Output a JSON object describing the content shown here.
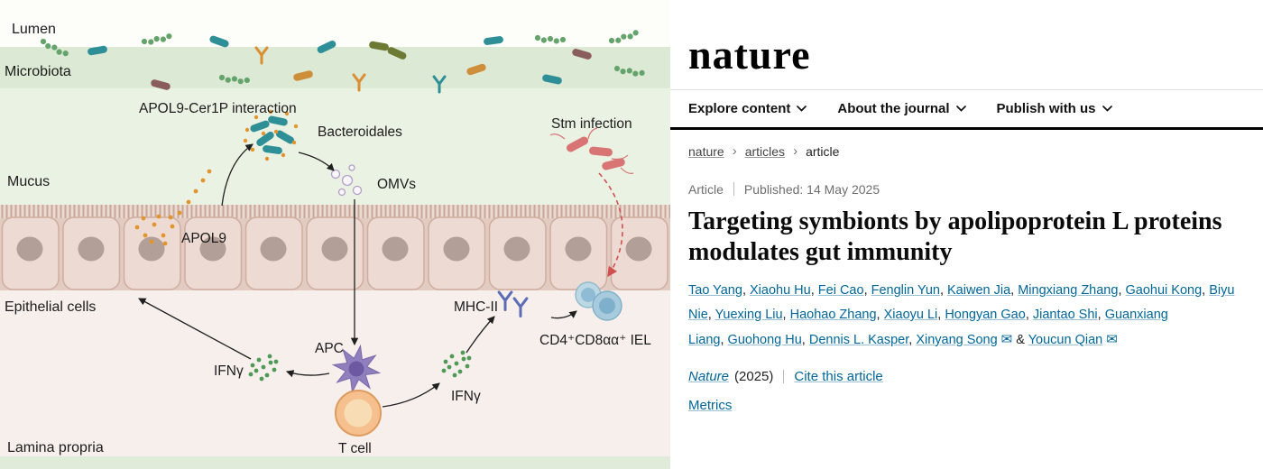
{
  "figure": {
    "labels": {
      "lumen": "Lumen",
      "microbiota": "Microbiota",
      "mucus": "Mucus",
      "epithelial_cells": "Epithelial cells",
      "lamina_propria": "Lamina propria",
      "apol9_cer1p_interaction": "APOL9-Cer1P interaction",
      "bacteroidales": "Bacteroidales",
      "omvs": "OMVs",
      "apol9": "APOL9",
      "stm_infection": "Stm infection",
      "mhc_ii": "MHC-II",
      "cd4_cd8_iel": "CD4⁺CD8αα⁺ IEL",
      "ifng_left": "IFNγ",
      "ifng_right": "IFNγ",
      "apc": "APC",
      "t_cell": "T cell"
    },
    "colors": {
      "microbiota_band": "#dcе9d5",
      "mucus": "#eaf2e3",
      "epithelium": "#ecdad2",
      "lamina_propria": "#f6efeb",
      "bacteroidales_teal": "#2e8f96",
      "apol9_orange": "#e0952f",
      "ifng_green": "#4f9a57",
      "stm_red": "#d97474",
      "apc_purple": "#8f7fbc",
      "t_cell_orange": "#f5c08d",
      "iel_blue": "#a7cbdd",
      "mhc_blue": "#5b6cb4"
    }
  },
  "journal": {
    "logo": "nature",
    "nav": [
      {
        "label": "Explore content"
      },
      {
        "label": "About the journal"
      },
      {
        "label": "Publish with us"
      }
    ],
    "breadcrumb": [
      {
        "label": "nature"
      },
      {
        "label": "articles"
      },
      {
        "label": "article"
      }
    ],
    "breadcrumb_separator": "›",
    "article_type": "Article",
    "published": "Published: 14 May 2025",
    "title": "Targeting symbionts by apolipoprotein L proteins modulates gut immunity",
    "authors": [
      {
        "name": "Tao Yang"
      },
      {
        "name": "Xiaohu Hu"
      },
      {
        "name": "Fei Cao"
      },
      {
        "name": "Fenglin Yun"
      },
      {
        "name": "Kaiwen Jia"
      },
      {
        "name": "Mingxiang Zhang"
      },
      {
        "name": "Gaohui Kong"
      },
      {
        "name": "Biyu Nie"
      },
      {
        "name": "Yuexing Liu"
      },
      {
        "name": "Haohao Zhang"
      },
      {
        "name": "Xiaoyu Li"
      },
      {
        "name": "Hongyan Gao"
      },
      {
        "name": "Jiantao Shi"
      },
      {
        "name": "Guanxiang Liang"
      },
      {
        "name": "Guohong Hu"
      },
      {
        "name": "Dennis L. Kasper"
      },
      {
        "name": "Xinyang Song",
        "envelope": true
      },
      {
        "name": "Youcun Qian",
        "envelope": true
      }
    ],
    "author_separator": ", ",
    "author_last_separator": " & ",
    "envelope_icon": "✉",
    "journal_name": "Nature",
    "year": "(2025)",
    "cite_label": "Cite this article",
    "metrics_label": "Metrics",
    "link_color": "#006699"
  }
}
